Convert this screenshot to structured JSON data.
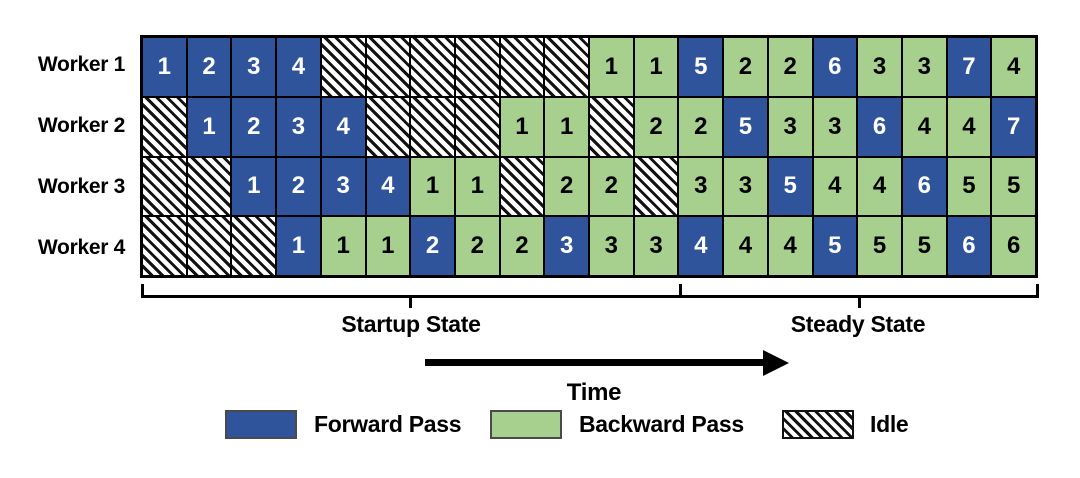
{
  "diagram": {
    "description_labels": {
      "startup_label": "Startup State",
      "steady_label": "Steady State",
      "time_label": "Time"
    },
    "cell_encoding": {
      "F": "Forward Pass",
      "B": "Backward Pass",
      "I": "Idle"
    },
    "columns": 20,
    "startup_columns": 12,
    "rows": [
      {
        "label": "Worker 1",
        "cells": [
          "F1",
          "F2",
          "F3",
          "F4",
          "I",
          "I",
          "I",
          "I",
          "I",
          "I",
          "B1",
          "B1",
          "F5",
          "B2",
          "B2",
          "F6",
          "B3",
          "B3",
          "F7",
          "B4"
        ]
      },
      {
        "label": "Worker 2",
        "cells": [
          "I",
          "F1",
          "F2",
          "F3",
          "F4",
          "I",
          "I",
          "I",
          "B1",
          "B1",
          "I",
          "B2",
          "B2",
          "F5",
          "B3",
          "B3",
          "F6",
          "B4",
          "B4",
          "F7"
        ]
      },
      {
        "label": "Worker 3",
        "cells": [
          "I",
          "I",
          "F1",
          "F2",
          "F3",
          "F4",
          "B1",
          "B1",
          "I",
          "B2",
          "B2",
          "I",
          "B3",
          "B3",
          "F5",
          "B4",
          "B4",
          "F6",
          "B5",
          "B5"
        ]
      },
      {
        "label": "Worker 4",
        "cells": [
          "I",
          "I",
          "I",
          "F1",
          "B1",
          "B1",
          "F2",
          "B2",
          "B2",
          "F3",
          "B3",
          "B3",
          "F4",
          "B4",
          "B4",
          "F5",
          "B5",
          "B5",
          "F6",
          "B6"
        ]
      }
    ]
  },
  "legend": {
    "forward": {
      "label": "Forward Pass",
      "color": "#2F549B"
    },
    "backward": {
      "label": "Backward Pass",
      "color": "#A7CF8D"
    },
    "idle": {
      "label": "Idle",
      "pattern": "black-white-diagonal-hatch"
    }
  },
  "colors": {
    "forward": "#2F549B",
    "backward": "#A7CF8D",
    "border": "#000000",
    "background": "#FFFFFF"
  }
}
